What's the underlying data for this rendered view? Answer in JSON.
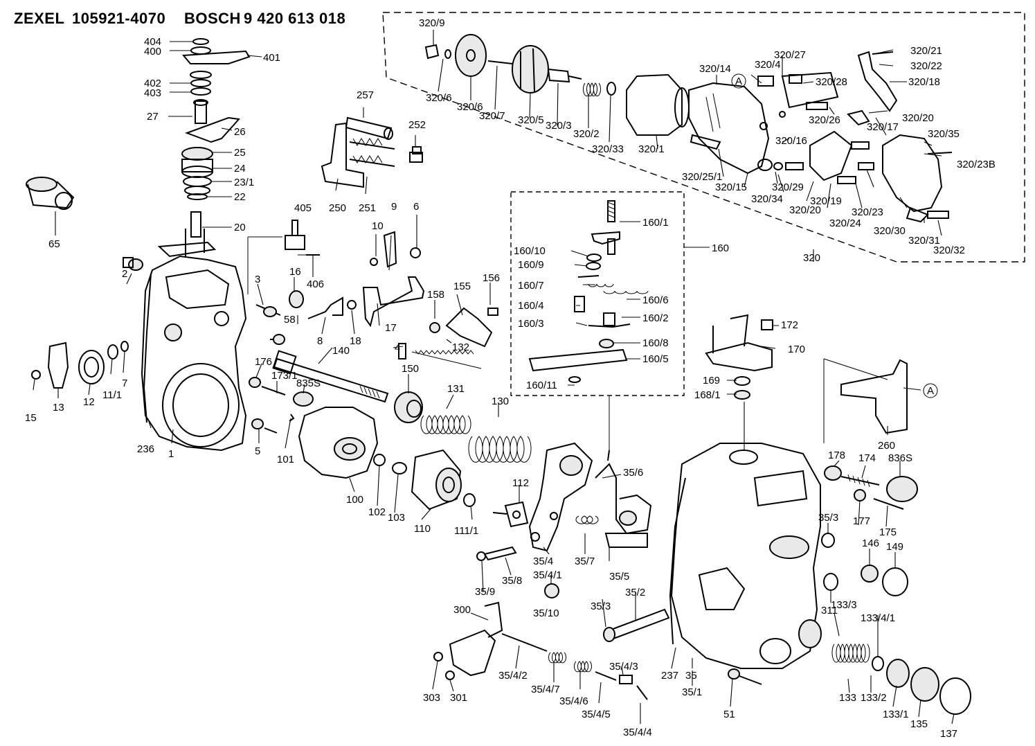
{
  "header": {
    "brand1": "ZEXEL",
    "part1": "105921-4070",
    "brand2": "BOSCH",
    "part2": "9 420 613 018"
  },
  "callouts": {
    "c404": "404",
    "c400": "400",
    "c401": "401",
    "c402": "402",
    "c403": "403",
    "c27": "27",
    "c26": "26",
    "c25": "25",
    "c24": "24",
    "c23_1": "23/1",
    "c22": "22",
    "c20": "20",
    "c65": "65",
    "c2": "2",
    "c3": "3",
    "c16": "16",
    "c405": "405",
    "c406": "406",
    "c58": "58",
    "c8": "8",
    "c18": "18",
    "c17": "17",
    "c4": "4",
    "c132": "132",
    "c10": "10",
    "c9": "9",
    "c6": "6",
    "c155": "155",
    "c156": "156",
    "c158": "158",
    "c257": "257",
    "c252": "252",
    "c250": "250",
    "c251": "251",
    "c15": "15",
    "c13": "13",
    "c12": "12",
    "c11_1": "11/1",
    "c7": "7",
    "c236": "236",
    "c1": "1",
    "c176": "176",
    "c173_1": "173/1",
    "c835s": "835S",
    "c140": "140",
    "c150": "150",
    "c131": "131",
    "c130": "130",
    "c5": "5",
    "c101": "101",
    "c100": "100",
    "c102": "102",
    "c103": "103",
    "c110": "110",
    "c111_1": "111/1",
    "c112": "112",
    "c320_9": "320/9",
    "c320_6a": "320/6",
    "c320_6b": "320/6",
    "c320_7": "320/7",
    "c320_5": "320/5",
    "c320_3": "320/3",
    "c320_2": "320/2",
    "c320_33": "320/33",
    "c320_1": "320/1",
    "c320_14": "320/14",
    "c320_4": "320/4",
    "c320_27": "320/27",
    "c320_28": "320/28",
    "c320_26": "320/26",
    "c320_16": "320/16",
    "c320_25_1": "320/25/1",
    "c320_15": "320/15",
    "c320_29": "320/29",
    "c320_34": "320/34",
    "c320_20a": "320/20",
    "c320_19": "320/19",
    "c320_24": "320/24",
    "c320_23": "320/23",
    "c320_30": "320/30",
    "c320_31": "320/31",
    "c320_32": "320/32",
    "c320_23b": "320/23B",
    "c320_35": "320/35",
    "c320_17": "320/17",
    "c320_20b": "320/20",
    "c320_18": "320/18",
    "c320_21": "320/21",
    "c320_22": "320/22",
    "c320": "320",
    "cA1": "A",
    "cA2": "A",
    "c160_1": "160/1",
    "c160_10": "160/10",
    "c160_9": "160/9",
    "c160_7": "160/7",
    "c160_6": "160/6",
    "c160_4": "160/4",
    "c160_2": "160/2",
    "c160_3": "160/3",
    "c160_8": "160/8",
    "c160_5": "160/5",
    "c160_11": "160/11",
    "c160": "160",
    "c172": "172",
    "c170": "170",
    "c169": "169",
    "c168_1": "168/1",
    "c260": "260",
    "c178": "178",
    "c174": "174",
    "c836s": "836S",
    "c177": "177",
    "c175": "175",
    "c35_6": "35/6",
    "c35_3a": "35/3",
    "c146": "146",
    "c149": "149",
    "c311": "311",
    "c35_4": "35/4",
    "c35_7": "35/7",
    "c35_5": "35/5",
    "c35_8": "35/8",
    "c35_9": "35/9",
    "c35_4_1": "35/4/1",
    "c35_10": "35/10",
    "c35_2": "35/2",
    "c35_3b": "35/3",
    "c300": "300",
    "c303": "303",
    "c301": "301",
    "c35_4_2": "35/4/2",
    "c35_4_7": "35/4/7",
    "c35_4_6": "35/4/6",
    "c35_4_3": "35/4/3",
    "c35_4_5": "35/4/5",
    "c35_4_4": "35/4/4",
    "c237": "237",
    "c35": "35",
    "c35_1": "35/1",
    "c51": "51",
    "c133_3": "133/3",
    "c133_4_1": "133/4/1",
    "c133": "133",
    "c133_2": "133/2",
    "c133_1": "133/1",
    "c135": "135",
    "c137": "137"
  }
}
